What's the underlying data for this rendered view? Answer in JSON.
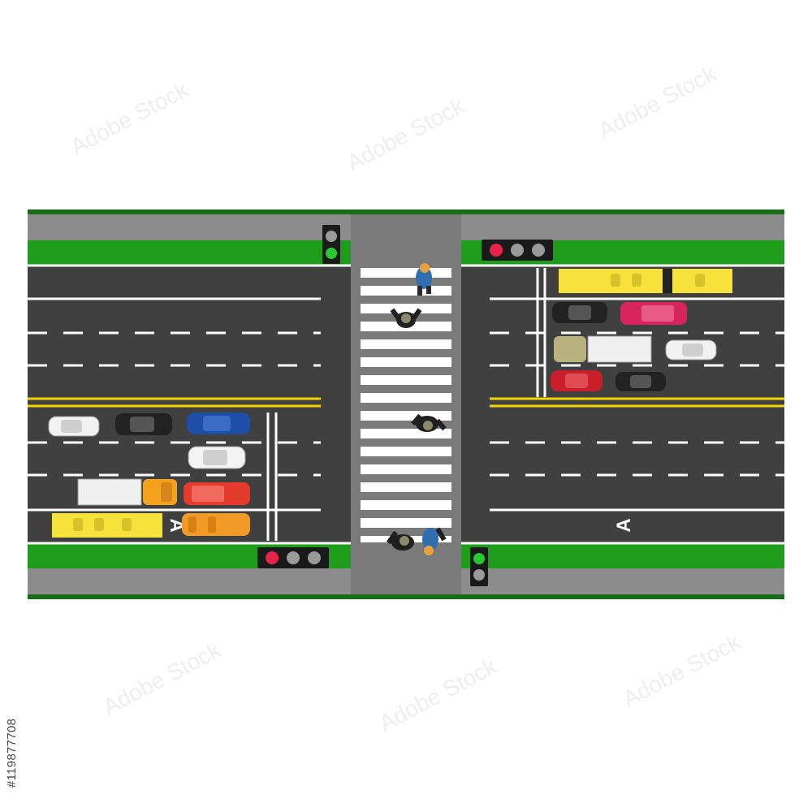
{
  "image_id_label": "#119877708",
  "watermark_text": "Adobe Stock",
  "lane_letter": "A",
  "colors": {
    "grass": "#1e9d1a",
    "road": "#404040",
    "sidewalk": "#8c8c8c",
    "yellow_line": "#f2d600",
    "signal_red": "#e8234a",
    "signal_green": "#27c930",
    "signal_off": "#9a9a9a"
  },
  "signals": [
    {
      "id": "signal-top-left",
      "state": "green"
    },
    {
      "id": "signal-top-right",
      "state": "red"
    },
    {
      "id": "signal-bottom-left",
      "state": "red"
    },
    {
      "id": "signal-bottom-right",
      "state": "green"
    }
  ]
}
